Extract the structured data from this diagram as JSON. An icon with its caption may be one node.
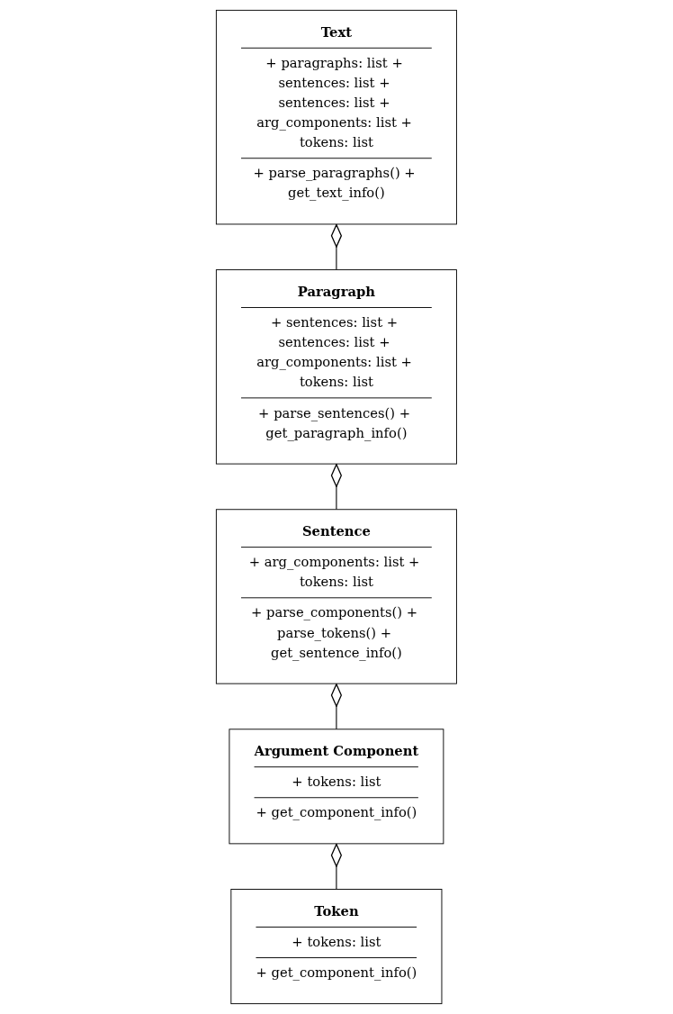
{
  "diagram": {
    "nodes": [
      {
        "text": [
          "Text",
          "+ paragraphs: list + sentences: list + sentences: list + arg_components: list + tokens: list",
          "+ parse_paragraphs() + get_text_info()"
        ]
      },
      {
        "text": [
          "Paragraph",
          "+ sentences: list + sentences: list + arg_components: list + tokens: list",
          "+ parse_sentences() + get_paragraph_info()"
        ]
      },
      {
        "text": [
          "Argument Component",
          "+ tokens: list",
          "+ get_component_info()"
        ]
      },
      {
        "text": [
          "Sentence",
          "+ arg_components: list + tokens: list",
          "+ parse_components() + parse_tokens() + get_sentence_info()"
        ]
      },
      {
        "text": [
          "Token",
          "+ tokens: list",
          "+ get_component_info()"
        ]
      }
    ],
    "edges": [
      {
        "from": 1,
        "to": 0,
        "arrow": "other"
      },
      {
        "from": 3,
        "to": 1,
        "arrow": "other"
      },
      {
        "from": 2,
        "to": 3,
        "arrow": "other"
      },
      {
        "from": 4,
        "to": 2,
        "arrow": "other"
      }
    ]
  }
}
